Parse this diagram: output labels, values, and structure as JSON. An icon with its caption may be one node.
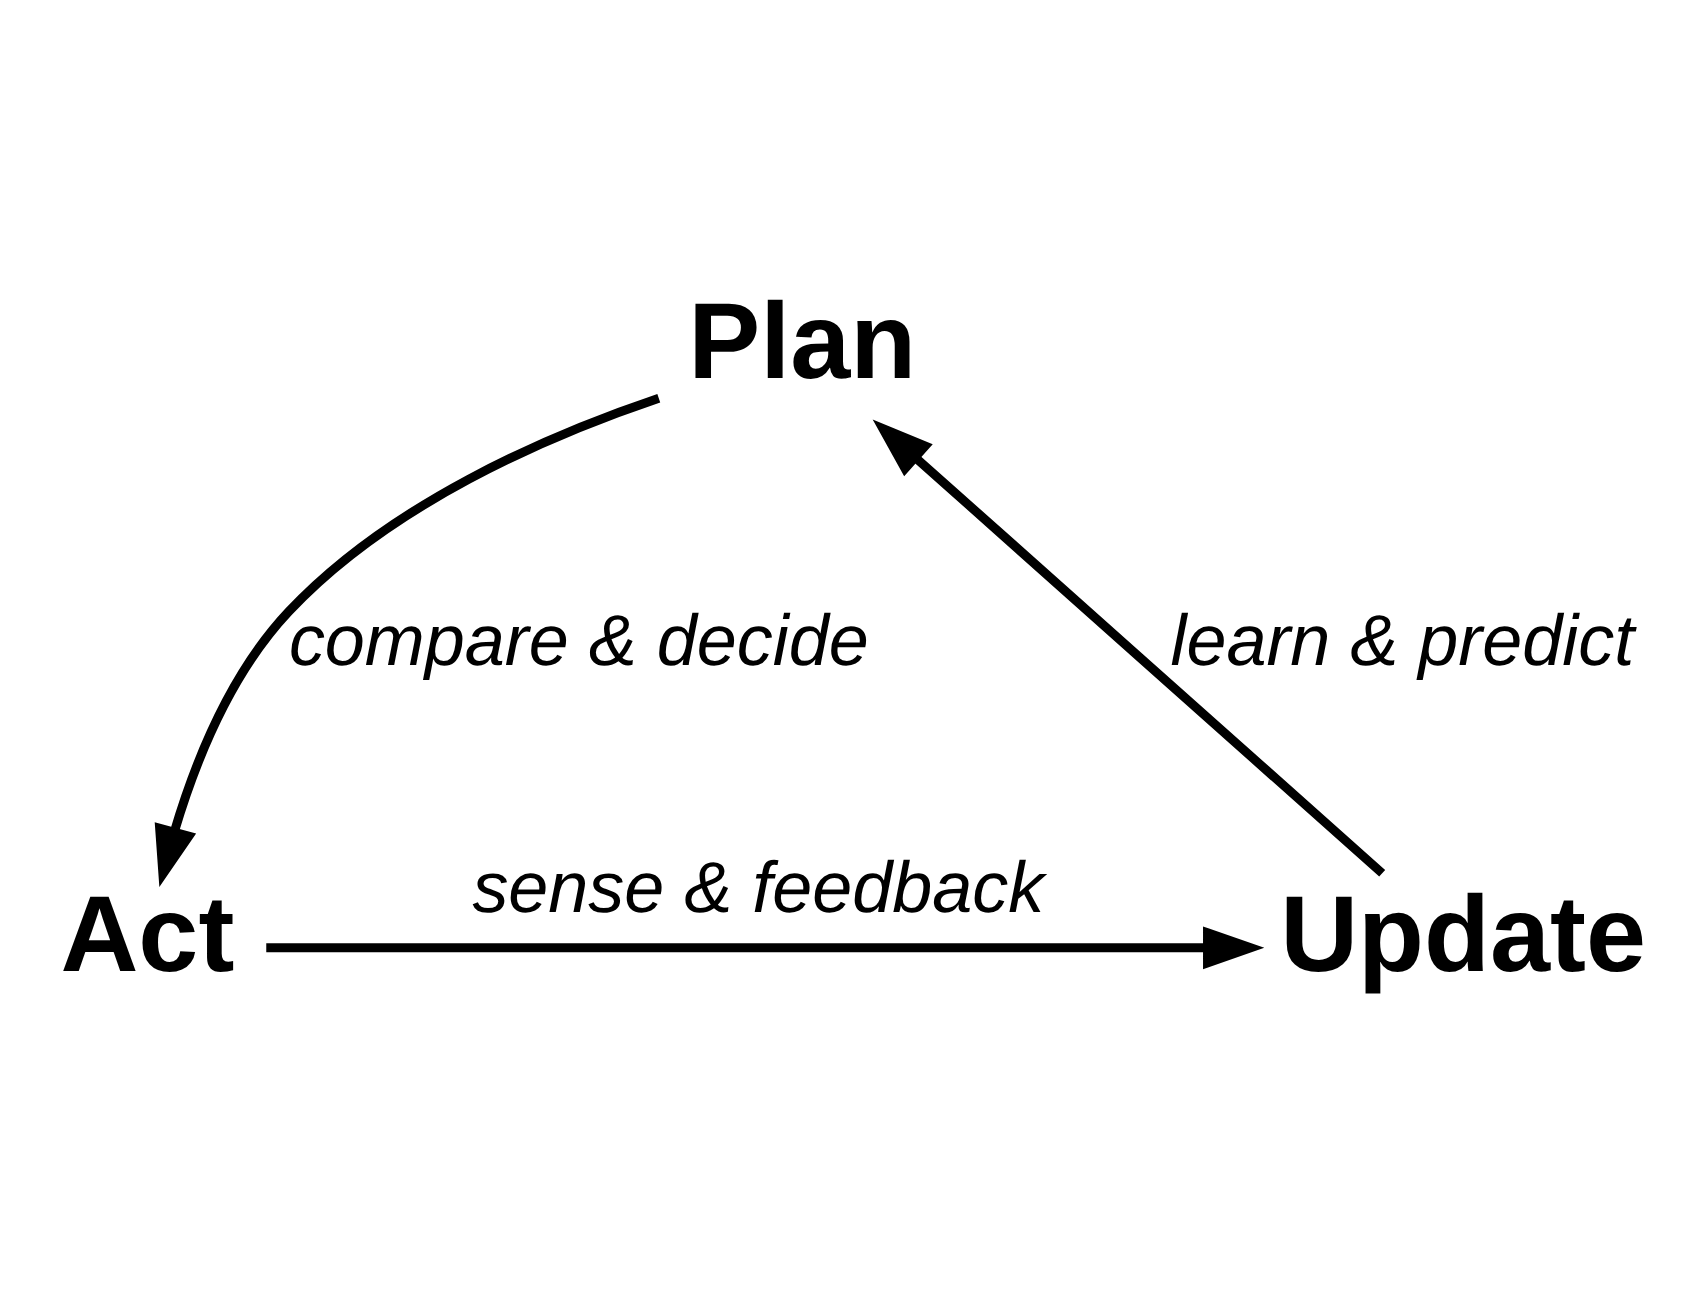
{
  "diagram": {
    "nodes": [
      {
        "text": [
          "Plan"
        ]
      },
      {
        "text": [
          "Act"
        ]
      },
      {
        "text": [
          "Update"
        ]
      }
    ],
    "edges": [
      {
        "from": 0,
        "to": 1,
        "arrow": "to",
        "label": "compare & decide"
      },
      {
        "from": 1,
        "to": 2,
        "arrow": "to",
        "label": "sense & feedback"
      },
      {
        "from": 2,
        "to": 0,
        "arrow": "to",
        "label": "learn & predict"
      }
    ]
  }
}
